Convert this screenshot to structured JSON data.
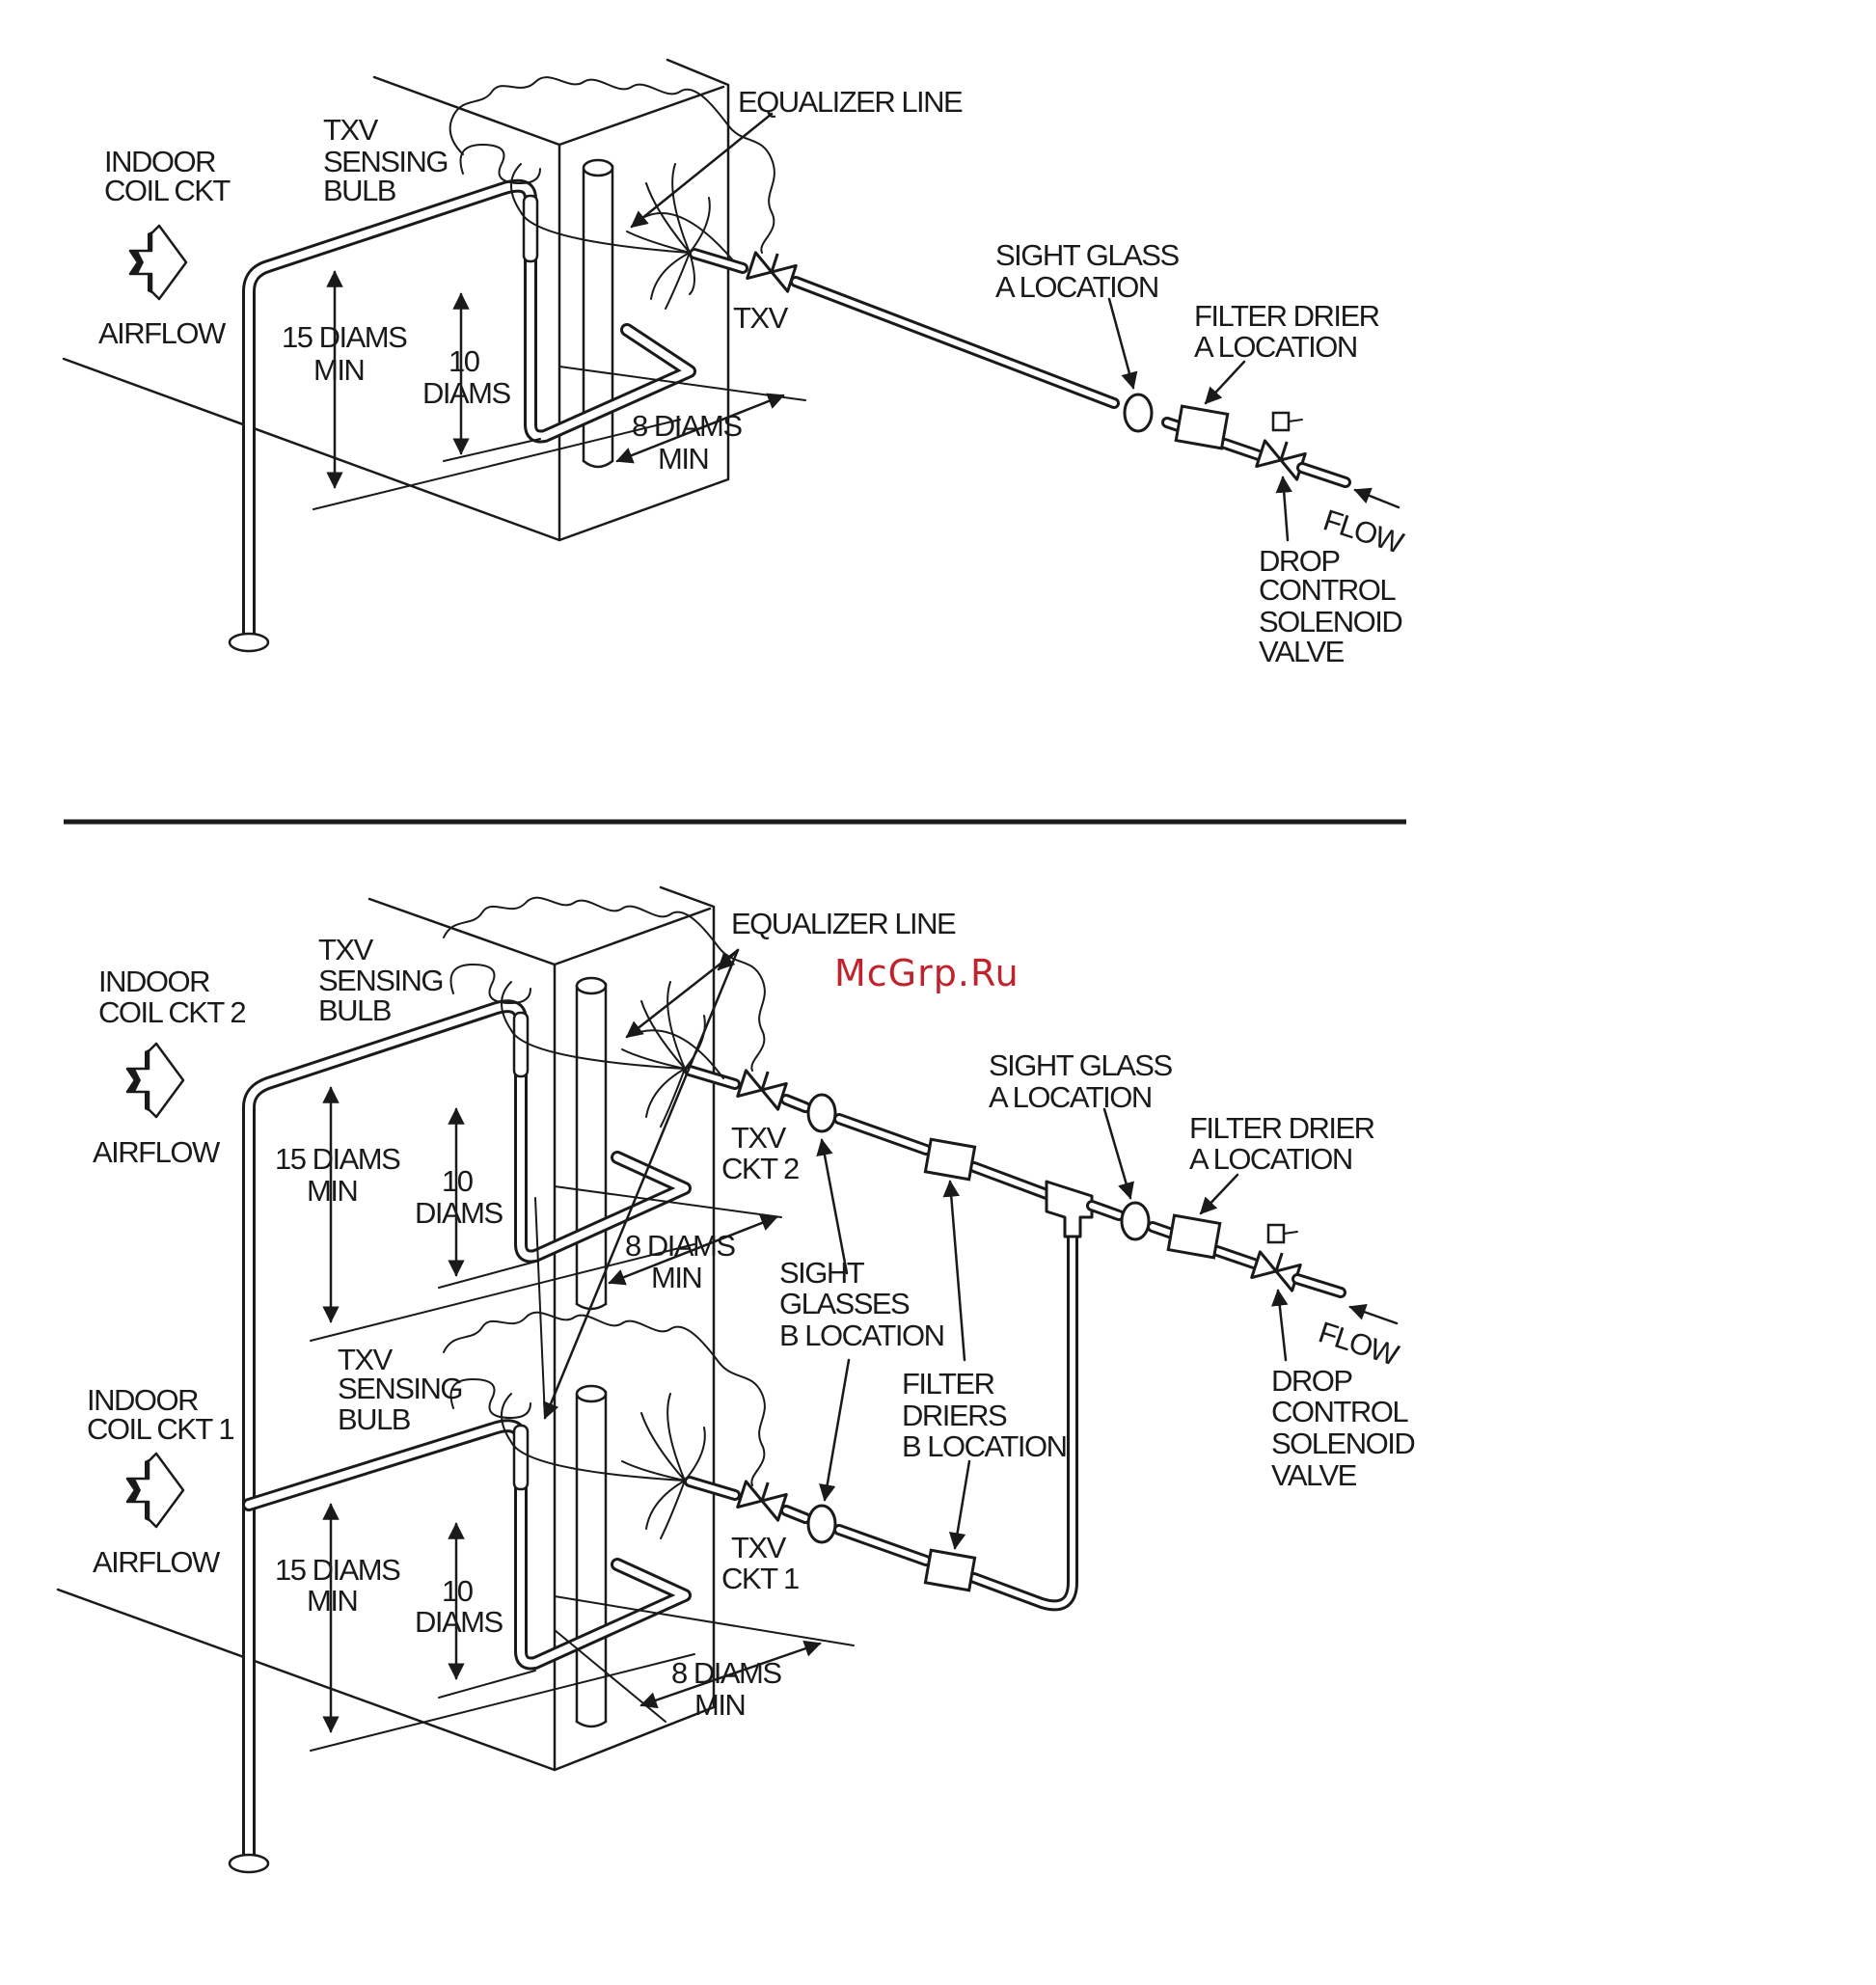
{
  "watermark": "McGrp.Ru",
  "colors": {
    "ink": "#1a1a1a",
    "watermark": "#c0232b",
    "background": "#ffffff"
  },
  "top": {
    "labels": {
      "indoor_coil_1": "INDOOR",
      "indoor_coil_2": "COIL CKT",
      "airflow": "AIRFLOW",
      "txv_bulb_1": "TXV",
      "txv_bulb_2": "SENSING",
      "txv_bulb_3": "BULB",
      "equalizer": "EQUALIZER LINE",
      "txv": "TXV",
      "diam15_1": "15 DIAMS",
      "diam15_2": "MIN",
      "diam10_1": "10",
      "diam10_2": "DIAMS",
      "diam8_1": "8 DIAMS",
      "diam8_2": "MIN",
      "sight_1": "SIGHT GLASS",
      "sight_2": "A  LOCATION",
      "filter_1": "FILTER DRIER",
      "filter_2": "A  LOCATION",
      "flow": "FLOW",
      "solenoid_1": "DROP",
      "solenoid_2": "CONTROL",
      "solenoid_3": "SOLENOID",
      "solenoid_4": "VALVE"
    }
  },
  "bottom": {
    "labels": {
      "indoor2_1": "INDOOR",
      "indoor2_2": "COIL CKT 2",
      "airflow2": "AIRFLOW",
      "indoor1_1": "INDOOR",
      "indoor1_2": "COIL CKT 1",
      "airflow1": "AIRFLOW",
      "bulb2_1": "TXV",
      "bulb2_2": "SENSING",
      "bulb2_3": "BULB",
      "bulb1_1": "TXV",
      "bulb1_2": "SENSING",
      "bulb1_3": "BULB",
      "equalizer": "EQUALIZER LINE",
      "txv2_1": "TXV",
      "txv2_2": "CKT 2",
      "txv1_1": "TXV",
      "txv1_2": "CKT 1",
      "d15a_1": "15 DIAMS",
      "d15a_2": "MIN",
      "d10a_1": "10",
      "d10a_2": "DIAMS",
      "d8a_1": "8 DIAMS",
      "d8a_2": "MIN",
      "d15b_1": "15 DIAMS",
      "d15b_2": "MIN",
      "d10b_1": "10",
      "d10b_2": "DIAMS",
      "d8b_1": "8 DIAMS",
      "d8b_2": "MIN",
      "sgb_1": "SIGHT",
      "sgb_2": "GLASSES",
      "sgb_3": "B LOCATION",
      "fdb_1": "FILTER",
      "fdb_2": "DRIERS",
      "fdb_3": "B LOCATION",
      "sight_1": "SIGHT GLASS",
      "sight_2": "A  LOCATION",
      "filter_1": "FILTER DRIER",
      "filter_2": "A  LOCATION",
      "flow": "FLOW",
      "solenoid_1": "DROP",
      "solenoid_2": "CONTROL",
      "solenoid_3": "SOLENOID",
      "solenoid_4": "VALVE"
    }
  }
}
